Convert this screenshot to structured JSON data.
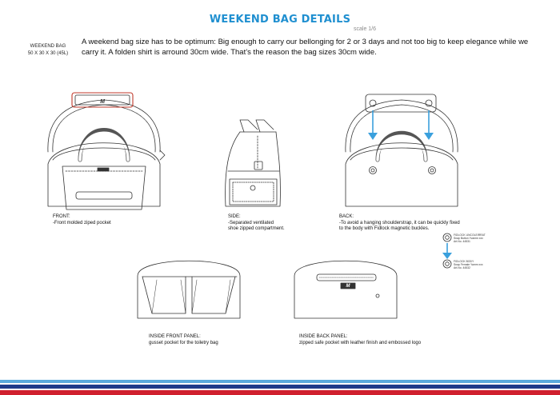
{
  "header": {
    "title": "WEEKEND BAG DETAILS",
    "scale": "scale 1/6"
  },
  "spec": {
    "name": "WEEKEND BAG",
    "dimensions": "50 X 30 X 30 (45L)"
  },
  "description": "A weekend bag size has to be optimum: Big enough to carry our bellonging for 2 or 3 days and not too big to keep elegance while we carry it. A folden shirt is arround 30cm wide. That’s the reason the bag sizes 30cm wide.",
  "views": {
    "front": {
      "title": "FRONT:",
      "lines": [
        "-Front molded ziped pocket"
      ]
    },
    "side": {
      "title": "SIDE:",
      "lines": [
        "-Separated ventilated",
        "shoe zipped compartment."
      ]
    },
    "back": {
      "title": "BACK:",
      "lines": [
        "-To avoid a hanging shoulderstrap, it can be quickly fixed",
        "to the body with Fidlock magnetic buckles."
      ]
    },
    "inside_front": {
      "title": "INSIDE FRONT PANEL:",
      "lines": [
        "gusset pocket for the toiletry bag"
      ]
    },
    "inside_back": {
      "title": "INSIDE BACK PANEL:",
      "lines": [
        "zipped safe pocket with leather finish and embossed logo"
      ]
    }
  },
  "fidlock_labels": {
    "top": [
      "FIDLOCK UNCOLEIRRAT",
      "Snap Button Yvamm xxx",
      "Art.No. 44531"
    ],
    "bottom": [
      "FIDLOCK BODY",
      "Snap Female Yamm xxx",
      "Art.No. 44532"
    ]
  },
  "logo_text": "M",
  "colors": {
    "title": "#1f8fd0",
    "arrow": "#3aa0dd",
    "handle_highlight": "#c0392b",
    "stripe_light_blue": "#5aa9dc",
    "stripe_white": "#ffffff",
    "stripe_dark_blue": "#1e3a8a",
    "stripe_red": "#d0202e"
  }
}
